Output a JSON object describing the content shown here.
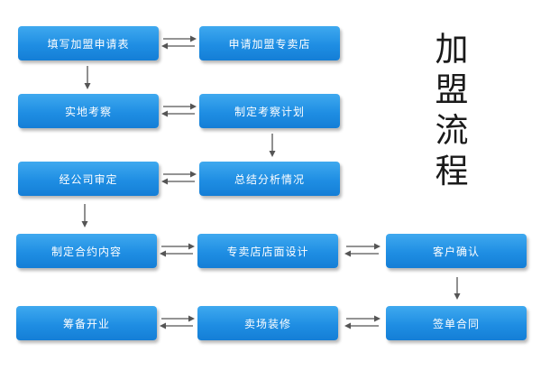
{
  "title_chars": [
    "加",
    "盟",
    "流",
    "程"
  ],
  "colors": {
    "box": "#1f8ee3",
    "arrow": "#555555",
    "text": "#ffffff"
  },
  "steps": {
    "fill_form": "填写加盟申请表",
    "apply_store": "申请加盟专卖店",
    "site_visit": "实地考察",
    "inspect_plan": "制定考察计划",
    "company_review": "经公司审定",
    "summary": "总结分析情况",
    "contract_content": "制定合约内容",
    "store_design": "专卖店店面设计",
    "client_confirm": "客户确认",
    "prepare_open": "筹备开业",
    "store_decor": "卖场装修",
    "sign_contract": "签单合同"
  }
}
